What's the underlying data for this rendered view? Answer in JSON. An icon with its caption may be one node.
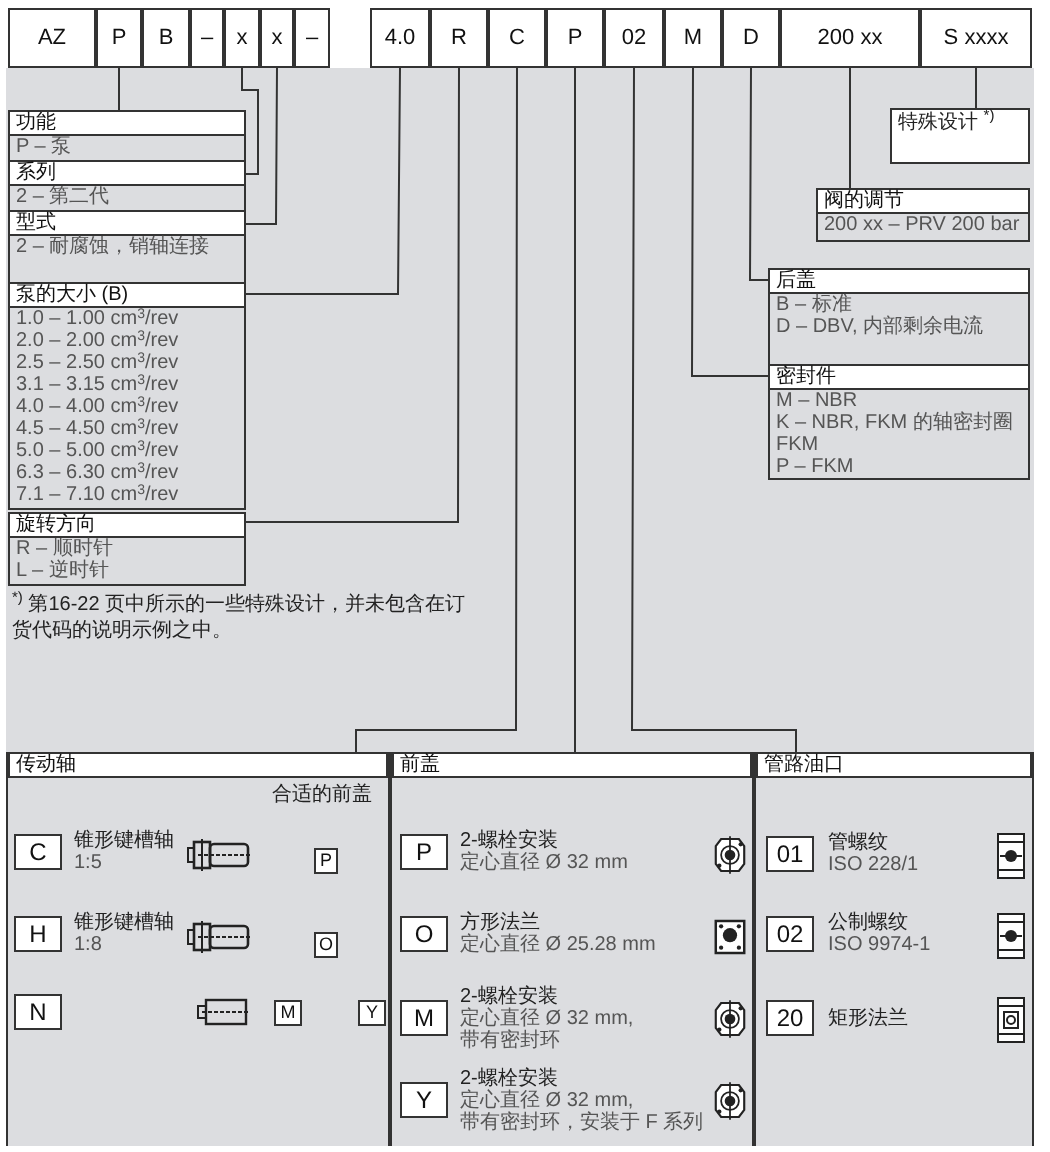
{
  "diagram": {
    "nodes": [
      {
        "text": [
          "AZ"
        ]
      },
      {
        "text": [
          "P"
        ]
      },
      {
        "text": [
          "B"
        ]
      },
      {
        "text": [
          "–"
        ]
      },
      {
        "text": [
          "x"
        ]
      },
      {
        "text": [
          "x"
        ]
      },
      {
        "text": [
          "–"
        ]
      },
      {
        "text": [
          "4.0"
        ]
      },
      {
        "text": [
          "R"
        ]
      },
      {
        "text": [
          "C"
        ]
      },
      {
        "text": [
          "P"
        ]
      },
      {
        "text": [
          "02"
        ]
      },
      {
        "text": [
          "M"
        ]
      },
      {
        "text": [
          "D"
        ]
      },
      {
        "text": [
          "200 xx"
        ]
      },
      {
        "text": [
          "S xxxx"
        ]
      },
      {
        "text": [
          "功能",
          "P – 泵"
        ]
      },
      {
        "text": [
          "系列",
          "2 – 第二代"
        ]
      },
      {
        "text": [
          "型式",
          "2 – 耐腐蚀，销轴连接"
        ]
      },
      {
        "text": [
          "泵的大小 (B)",
          "1.0 – 1.00 cm$^{3}$/rev",
          "2.0 – 2.00 cm$^{3}$/rev",
          "2.5 – 2.50 cm$^{3}$/rev",
          "3.1 – 3.15 cm$^{3}$/rev",
          "4.0 – 4.00 cm$^{3}$/rev",
          "4.5 – 4.50 cm$^{3}$/rev",
          "5.0 – 5.00 cm$^{3}$/rev",
          "6.3 – 6.30 cm$^{3}$/rev",
          "7.1 – 7.10 cm$^{3}$/rev"
        ]
      },
      {
        "text": [
          "旋转方向",
          "R – 顺时针",
          "L – 逆时针"
        ]
      },
      {
        "text": [
          "特殊设计 $^{*)}$"
        ]
      },
      {
        "text": [
          "阀的调节",
          "200 xx – PRV 200 bar"
        ]
      },
      {
        "text": [
          "后盖",
          "B – 标准",
          "D – DBV, 内部剩余电流"
        ]
      },
      {
        "text": [
          "密封件",
          "M – NBR",
          "K – NBR, FKM 的轴密封圈 FKM",
          "P – FKM"
        ]
      },
      {
        "text": [
          "传动轴",
          "合适的前盖"
        ]
      },
      {
        "text": [
          "C"
        ],
        "in": 25,
        "beside": [
          "锥形键槽轴",
          "1:5"
        ]
      },
      {
        "text": [
          "P"
        ],
        "in": 25
      },
      {
        "text": [
          "H"
        ],
        "in": 25,
        "beside": [
          "锥形键槽轴",
          "1:8"
        ]
      },
      {
        "text": [
          "O"
        ],
        "in": 25
      },
      {
        "text": [
          "N"
        ],
        "in": 25
      },
      {
        "text": [
          "M"
        ],
        "in": 25
      },
      {
        "text": [
          "Y"
        ],
        "in": 25
      },
      {
        "text": [
          "前盖"
        ]
      },
      {
        "text": [
          "P"
        ],
        "in": 33,
        "beside": [
          "2-螺栓安装",
          "定心直径 Ø 32 mm"
        ]
      },
      {
        "text": [
          "O"
        ],
        "in": 33,
        "beside": [
          "方形法兰",
          "定心直径 Ø 25.28 mm"
        ]
      },
      {
        "text": [
          "M"
        ],
        "in": 33,
        "beside": [
          "2-螺栓安装",
          "定心直径 Ø 32 mm,",
          "带有密封环"
        ]
      },
      {
        "text": [
          "Y"
        ],
        "in": 33,
        "beside": [
          "2-螺栓安装",
          "定心直径 Ø 32 mm,",
          "带有密封环，安装于 F 系列"
        ]
      },
      {
        "text": [
          "管路油口"
        ]
      },
      {
        "text": [
          "01"
        ],
        "in": 38,
        "beside": [
          "管螺纹",
          "ISO 228/1"
        ]
      },
      {
        "text": [
          "02"
        ],
        "in": 38,
        "beside": [
          "公制螺纹",
          "ISO 9974-1"
        ]
      },
      {
        "text": [
          "20"
        ],
        "in": 38,
        "beside": [
          "矩形法兰"
        ]
      }
    ],
    "edges": [
      {
        "from": 1,
        "to": 16,
        "arrow": "none"
      },
      {
        "from": 4,
        "to": 17,
        "arrow": "none"
      },
      {
        "from": 5,
        "to": 18,
        "arrow": "none"
      },
      {
        "from": 7,
        "to": 19,
        "arrow": "none"
      },
      {
        "from": 8,
        "to": 20,
        "arrow": "none"
      },
      {
        "from": 9,
        "to": 25,
        "arrow": "none"
      },
      {
        "from": 10,
        "to": 33,
        "arrow": "none"
      },
      {
        "from": 11,
        "to": 38,
        "arrow": "none"
      },
      {
        "from": 12,
        "to": 24,
        "arrow": "none"
      },
      {
        "from": 13,
        "to": 23,
        "arrow": "none"
      },
      {
        "from": 14,
        "to": 22,
        "arrow": "none"
      },
      {
        "from": 15,
        "to": 21,
        "arrow": "none"
      }
    ],
    "labels": [
      "$^{*)}$ 第16-22 页中所示的一些特殊设计，并未包含在订货代码的说明示例之中。"
    ]
  }
}
